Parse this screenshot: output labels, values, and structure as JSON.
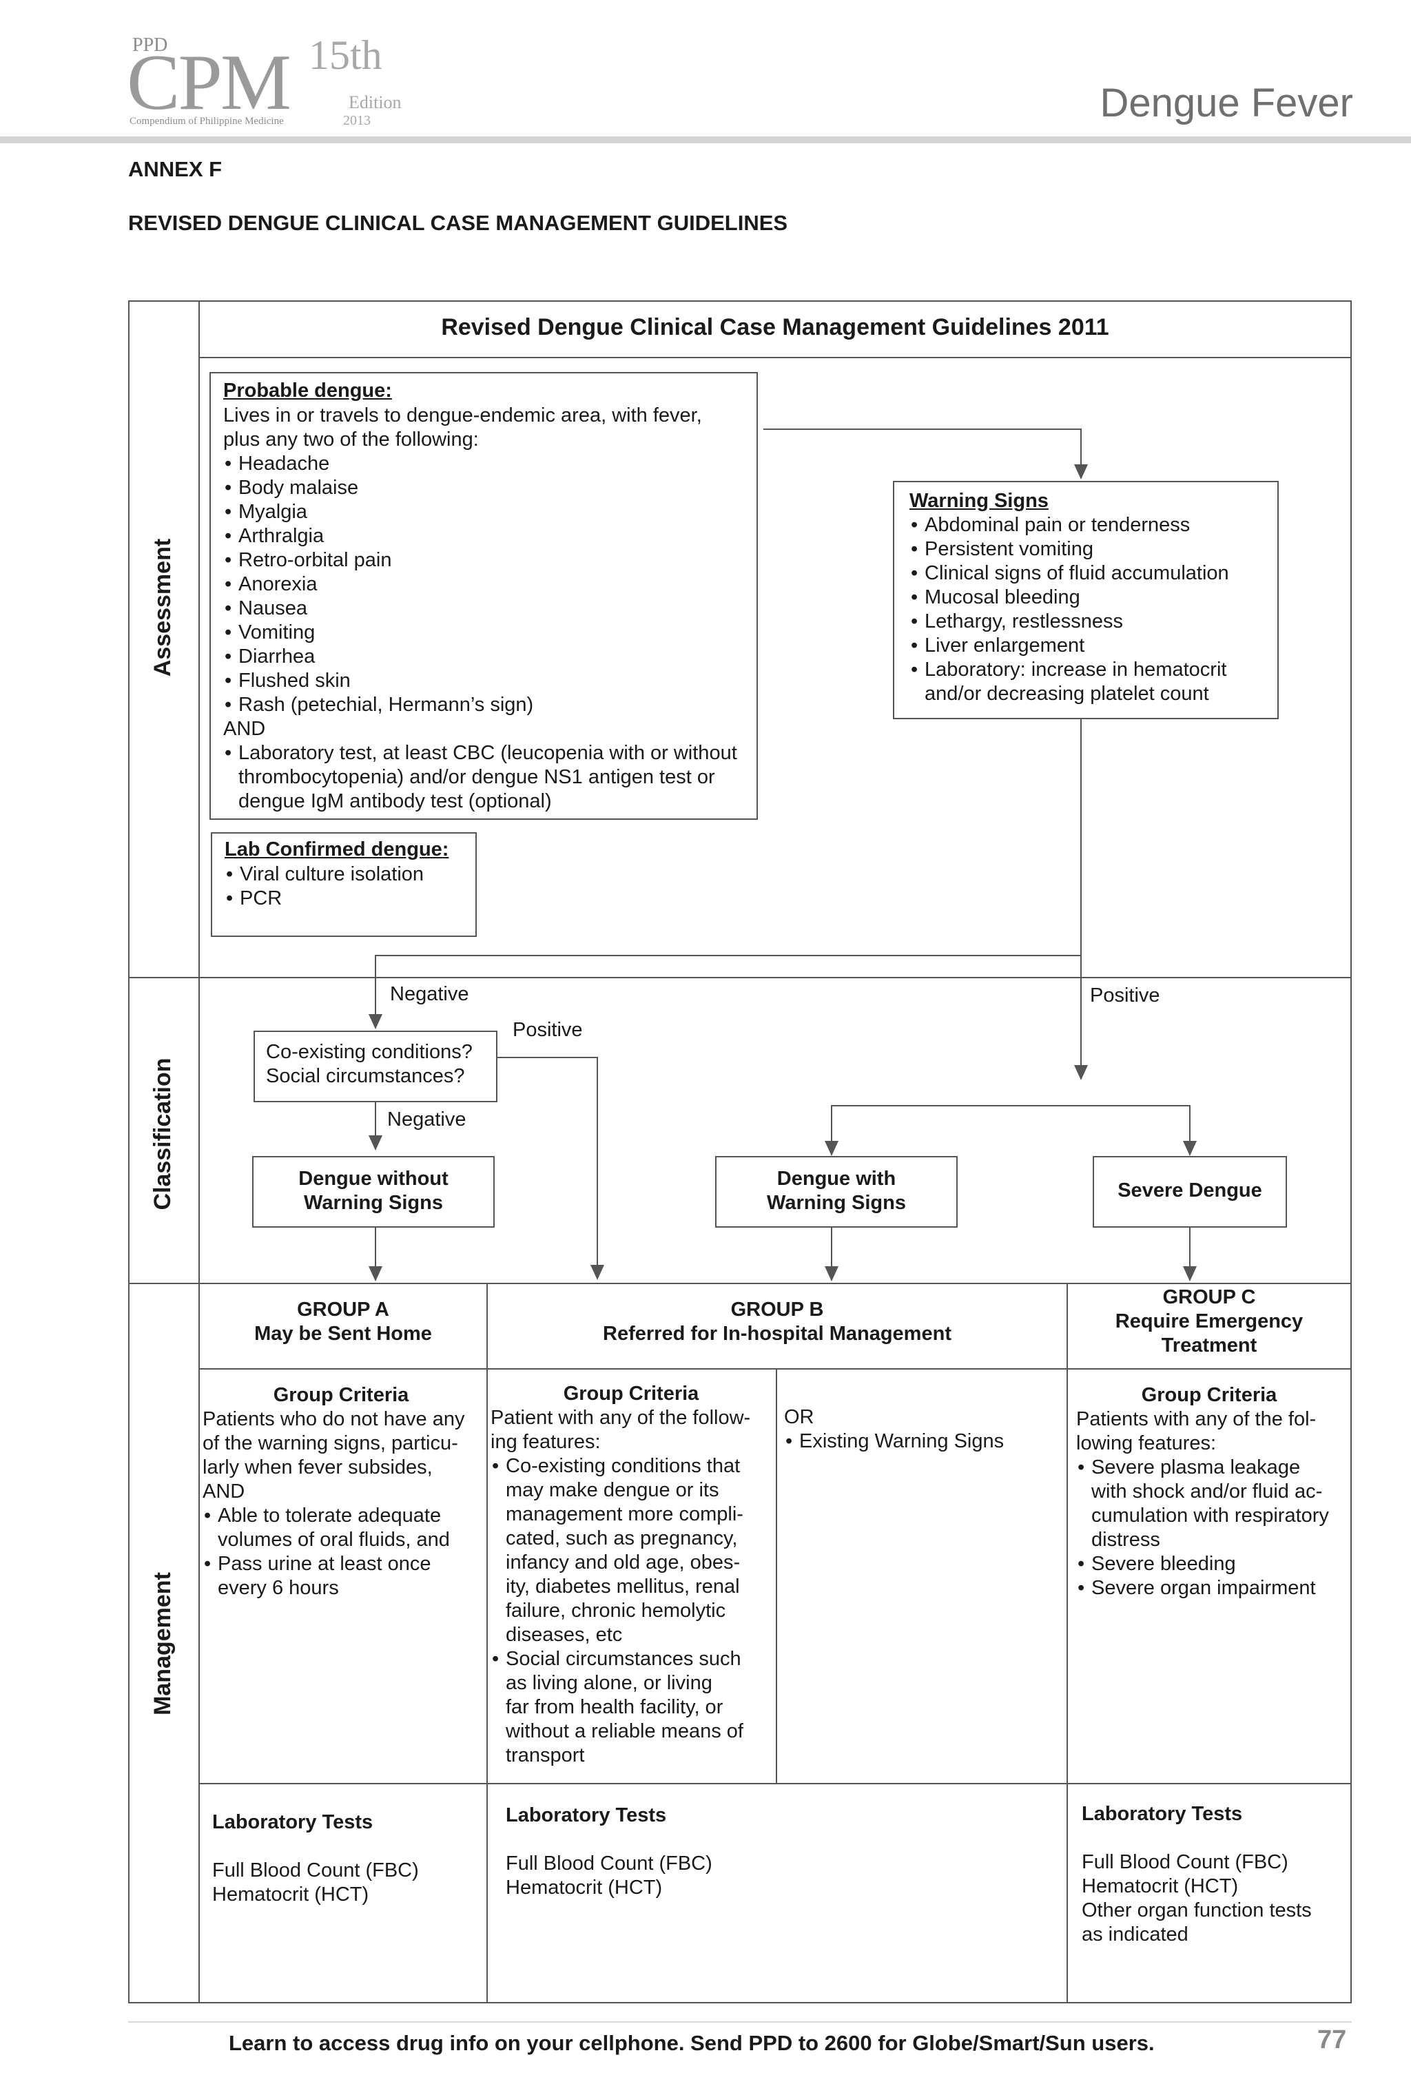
{
  "header": {
    "logo_ppd": "PPD",
    "logo_cpm": "CPM",
    "logo_edition_num": "15th",
    "logo_edition": "Edition",
    "logo_year": "2013",
    "logo_subtitle": "Compendium of Philippine Medicine",
    "title": "Dengue Fever"
  },
  "annex": "ANNEX F",
  "section_title": "REVISED DENGUE CLINICAL CASE MANAGEMENT GUIDELINES",
  "table": {
    "title": "Revised Dengue Clinical Case Management Guidelines 2011",
    "rows": [
      "Assessment",
      "Classification",
      "Management"
    ]
  },
  "probable": {
    "heading": "Probable dengue:",
    "intro_1": "Lives in or travels to dengue-endemic area, with fever,",
    "intro_2": "plus any two of the following:",
    "symptoms": [
      "Headache",
      "Body malaise",
      "Myalgia",
      "Arthralgia",
      "Retro-orbital pain",
      "Anorexia",
      "Nausea",
      "Vomiting",
      "Diarrhea",
      "Flushed skin",
      "Rash (petechial, Hermann’s sign)"
    ],
    "and": "AND",
    "lab_1": "Laboratory test, at least CBC (leucopenia with or without",
    "lab_2": "thrombocytopenia) and/or dengue NS1 antigen test or",
    "lab_3": "dengue IgM antibody test (optional)"
  },
  "confirmed": {
    "heading": "Lab Confirmed dengue:",
    "items": [
      "Viral culture isolation",
      "PCR"
    ]
  },
  "warning": {
    "heading": "Warning Signs",
    "items": [
      "Abdominal pain or tenderness",
      "Persistent vomiting",
      "Clinical signs of fluid accumulation",
      "Mucosal bleeding",
      "Lethargy, restlessness",
      "Liver enlargement",
      "Laboratory: increase in hematocrit"
    ],
    "last_cont": "and/or decreasing platelet count"
  },
  "flow": {
    "negative_1": "Negative",
    "positive_1": "Positive",
    "positive_2": "Positive",
    "negative_2": "Negative",
    "coexist_1": "Co-existing conditions?",
    "coexist_2": "Social circumstances?",
    "dws_1": "Dengue without",
    "dws_2": "Warning Signs",
    "dw_1": "Dengue with",
    "dw_2": "Warning Signs",
    "severe": "Severe Dengue"
  },
  "groups": {
    "a_title": "GROUP A",
    "a_sub": "May be Sent Home",
    "b_title": "GROUP B",
    "b_sub": "Referred for In-hospital Management",
    "c_title": "GROUP C",
    "c_sub_1": "Require Emergency",
    "c_sub_2": "Treatment"
  },
  "criteria": {
    "heading": "Group Criteria",
    "a_lines": [
      "Patients who do not have any",
      "of the warning signs, particu-",
      "larly when fever subsides,",
      "AND"
    ],
    "a_bullets": [
      [
        "Able to tolerate adequate",
        "volumes of oral fluids, and"
      ],
      [
        "Pass urine at least once",
        "every 6 hours"
      ]
    ],
    "b_lines": [
      "Patient with any of the follow-",
      "ing features:"
    ],
    "b_bullets": [
      [
        "Co-existing conditions that",
        "may make dengue or its",
        "management more compli-",
        "cated, such as pregnancy,",
        "infancy and old age, obes-",
        "ity, diabetes mellitus, renal",
        "failure, chronic hemolytic",
        "diseases, etc"
      ],
      [
        "Social circumstances such",
        "as living alone, or living",
        "far from health facility, or",
        "without a reliable means of",
        "transport"
      ]
    ],
    "b2_or": "OR",
    "b2_item": "Existing Warning Signs",
    "c_lines": [
      "Patients with any of the fol-",
      "lowing features:"
    ],
    "c_bullets": [
      [
        "Severe plasma leakage",
        "with shock and/or fluid ac-",
        "cumulation with respiratory",
        "distress"
      ],
      [
        "Severe bleeding"
      ],
      [
        "Severe organ impairment"
      ]
    ]
  },
  "labs": {
    "heading": "Laboratory Tests",
    "a": [
      "Full Blood Count (FBC)",
      "Hematocrit (HCT)"
    ],
    "b": [
      "Full Blood Count (FBC)",
      "Hematocrit (HCT)"
    ],
    "c": [
      "Full Blood Count (FBC)",
      "Hematocrit (HCT)",
      "Other organ function tests",
      "as indicated"
    ]
  },
  "footer": {
    "text": "Learn to access drug info on your cellphone.  Send PPD to 2600 for Globe/Smart/Sun users.",
    "page": "77"
  }
}
